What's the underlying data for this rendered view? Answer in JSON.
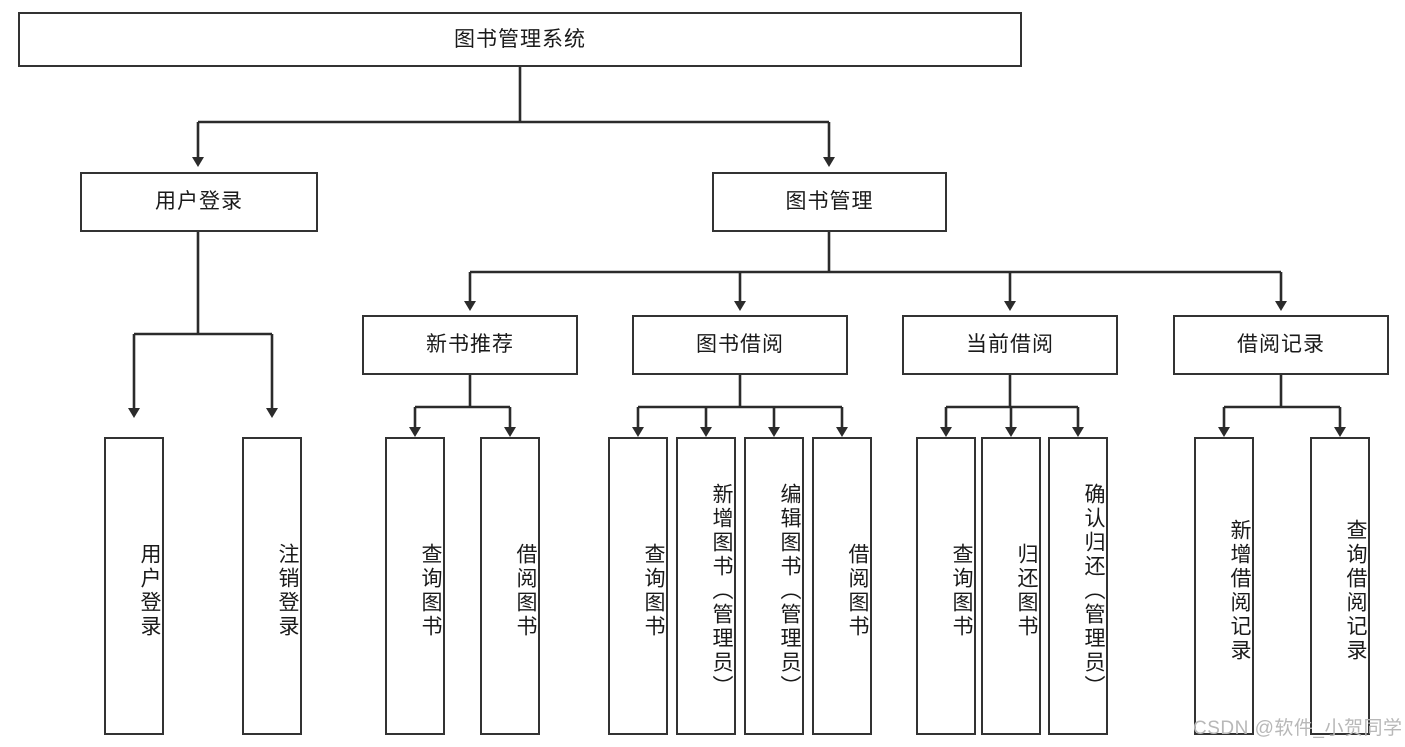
{
  "diagram": {
    "type": "tree",
    "title": "图书管理系统",
    "root": {
      "label": "图书管理系统"
    },
    "level2": [
      {
        "label": "用户登录"
      },
      {
        "label": "图书管理"
      }
    ],
    "level3": [
      {
        "label": "新书推荐"
      },
      {
        "label": "图书借阅"
      },
      {
        "label": "当前借阅"
      },
      {
        "label": "借阅记录"
      }
    ],
    "leaves": {
      "user_login": [
        {
          "label": "用户登录"
        },
        {
          "label": "注销登录"
        }
      ],
      "new_book_recommend": [
        {
          "label": "查询图书"
        },
        {
          "label": "借阅图书"
        }
      ],
      "book_borrow": [
        {
          "label": "查询图书"
        },
        {
          "label": "新增图书（管理员）"
        },
        {
          "label": "编辑图书（管理员）"
        },
        {
          "label": "借阅图书"
        }
      ],
      "current_borrow": [
        {
          "label": "查询图书"
        },
        {
          "label": "归还图书"
        },
        {
          "label": "确认归还（管理员）"
        }
      ],
      "borrow_record": [
        {
          "label": "新增借阅记录"
        },
        {
          "label": "查询借阅记录"
        }
      ]
    }
  },
  "colors": {
    "border": "#333333",
    "background": "#ffffff",
    "text": "#1a1a1a",
    "watermark": "#b8b8b8"
  },
  "watermark": {
    "text": "CSDN @软件_小贺同学"
  }
}
